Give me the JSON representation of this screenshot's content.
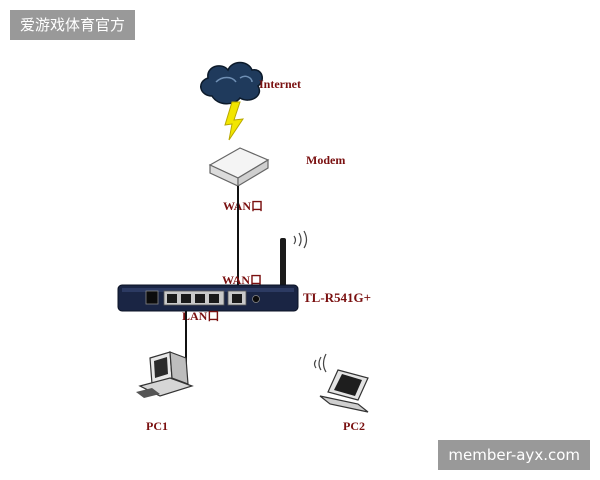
{
  "watermark_top": "爱游戏体育官方",
  "watermark_bottom": "member-ayx.com",
  "labels": {
    "internet": "Internet",
    "modem": "Modem",
    "modem_wan": "WAN口",
    "router_wan": "WAN口",
    "router_model": "TL-R541G+",
    "router_lan": "LAN口",
    "pc1": "PC1",
    "pc2": "PC2"
  },
  "icons": {
    "cloud": "cloud-icon",
    "lightning": "lightning-icon",
    "modem": "modem-icon",
    "router": "router-icon",
    "antenna": "antenna-icon",
    "desktop": "desktop-pc-icon",
    "laptop": "laptop-icon",
    "wireless": "wireless-signal-icon"
  },
  "colors": {
    "label_text": "#7a1010",
    "lightning": "#f2e600",
    "router_body": "#1a2544",
    "cloud": "#1f3a5c"
  }
}
